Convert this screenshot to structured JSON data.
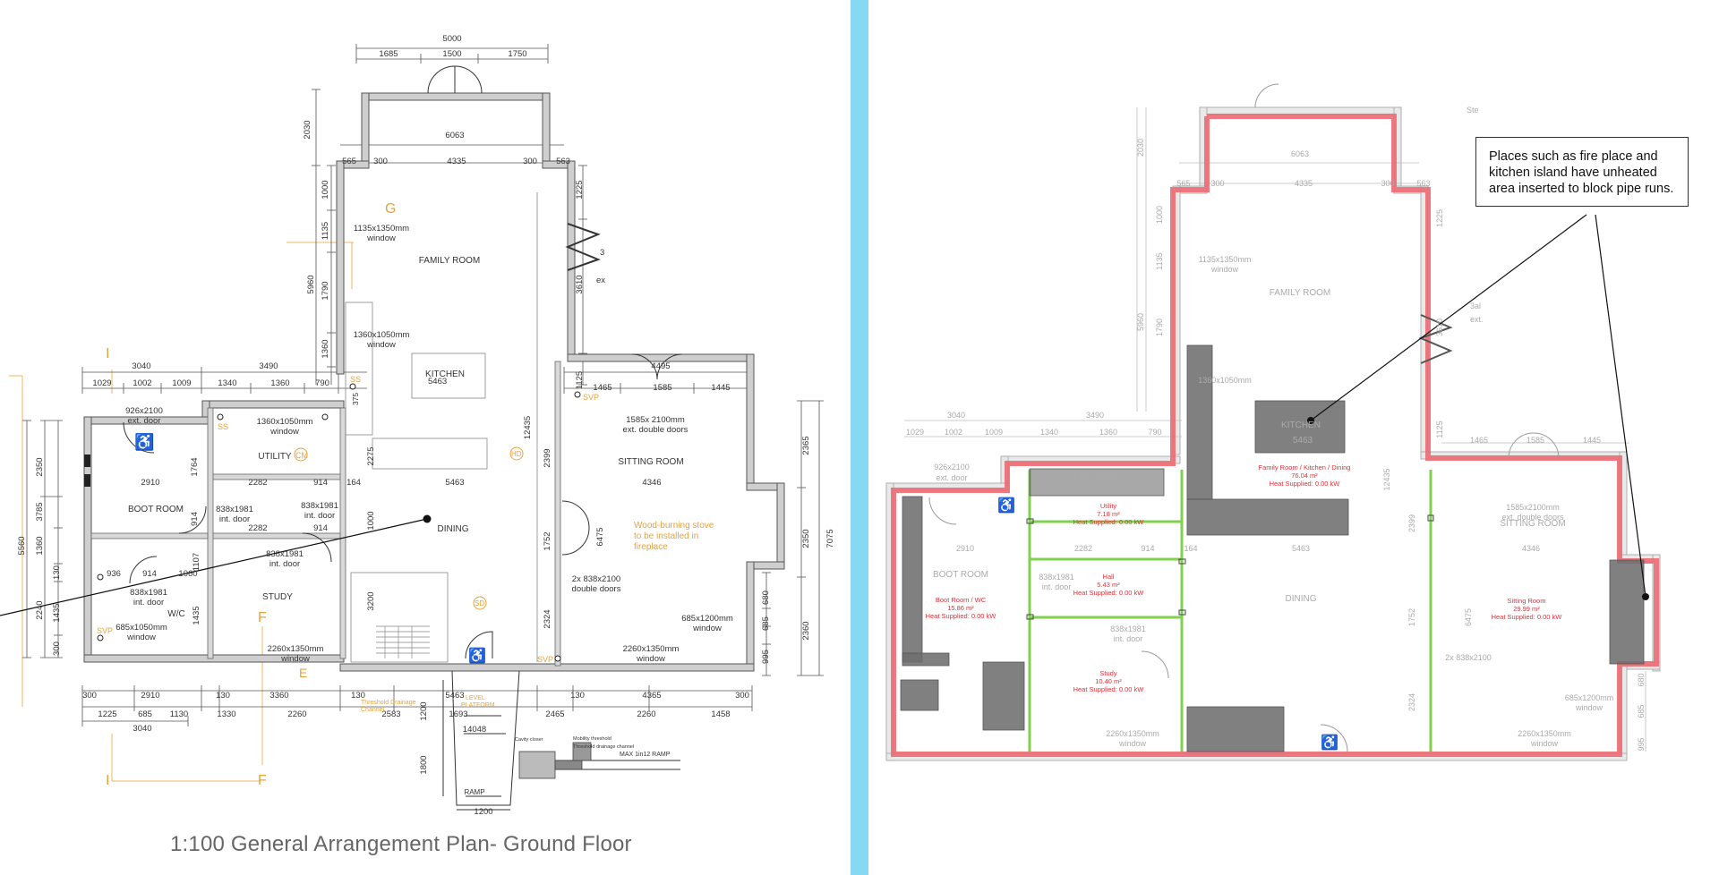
{
  "colors": {
    "divider": "#87d8f1",
    "wall_dark": "#555555",
    "wall_fill": "#cfcfcf",
    "orange": "#e8a23a",
    "heated_outline": "#ec6a72",
    "heated_fill": "#f3a9ad",
    "zone_line": "#7fd14e",
    "unheated_block": "#6e6e6e",
    "red_label": "#e0313a"
  },
  "left_plan": {
    "title": "1:100 General Arrangement Plan- Ground Floor",
    "rooms": {
      "family_room": "FAMILY ROOM",
      "kitchen": "KITCHEN",
      "utility": "UTILITY",
      "boot_room": "BOOT ROOM",
      "wc": "W/C",
      "study": "STUDY",
      "dining": "DINING",
      "sitting_room": "SITTING ROOM",
      "ramp": "RAMP"
    },
    "labels": {
      "window_1135": "1135x1350mm",
      "window_word": "window",
      "window_1360_a": "1360x1050mm",
      "window_1360_b": "1360x1050mm",
      "door_926": "926x2100",
      "ext_door": "ext. door",
      "door_1585": "1585x 2100mm",
      "ext_double_doors": "ext. double doors",
      "door_838_a": "838x1981",
      "door_838_b": "838x1981",
      "door_838_c": "838x1981",
      "door_838_d": "838x1981",
      "int_door": "int. door",
      "window_685_a": "685x1050mm",
      "window_2260_a": "2260x1350mm",
      "window_2260_b": "2260x1350mm",
      "window_685_b": "685x1200mm",
      "double_doors_2x838": "2x 838x2100",
      "double_doors": "double doors",
      "stove_1": "Wood-burning stove",
      "stove_2": "to be installed in",
      "stove_3": "fireplace",
      "svp": "SVP",
      "ss": "SS",
      "cm": "CM",
      "hd": "HD",
      "sd": "SD",
      "grid_g": "G",
      "grid_f": "F",
      "grid_i": "I",
      "grid_e": "E",
      "threshold_1": "Threshold Drainage",
      "threshold_2": "Channel",
      "level_1": "LEVEL",
      "level_2": "PLATFORM",
      "cavity_closer": "Cavity closer",
      "mobility_threshold": "Mobility threshold",
      "threshold_drainage_channel": "Threshold drainage channel",
      "max_ramp": "MAX 1in12 RAMP",
      "ext_3": "3",
      "ext_ex": "ex"
    },
    "dims": {
      "d5000": "5000",
      "d1685": "1685",
      "d1500": "1500",
      "d1750": "1750",
      "d2030": "2030",
      "d6063": "6063",
      "d565": "565",
      "d300a": "300",
      "d4335": "4335",
      "d300b": "300",
      "d563": "563",
      "d1000": "1000",
      "d1135": "1135",
      "d1225": "1225",
      "d5960": "5960",
      "d1790": "1790",
      "d3610": "3610",
      "d1360": "1360",
      "d3040": "3040",
      "d3490": "3490",
      "d4495": "4495",
      "d1029": "1029",
      "d1002": "1002",
      "d1009": "1009",
      "d1340": "1340",
      "d1360b": "1360",
      "d790": "790",
      "d1125": "1125",
      "d1465": "1465",
      "d1585": "1585",
      "d1445": "1445",
      "d2350": "2350",
      "d2910": "2910",
      "d2282": "2282",
      "d914": "914",
      "d164": "164",
      "d5463": "5463",
      "d4346": "4346",
      "d1764": "1764",
      "d2275": "2275",
      "d12435": "12435",
      "d2399": "2399",
      "d2365": "2365",
      "d3785": "3785",
      "d5560": "5560",
      "d2282b": "2282",
      "d914b": "914",
      "d936": "936",
      "d914c": "914",
      "d1060": "1060",
      "d1107": "1107",
      "d1752": "1752",
      "d6475": "6475",
      "d2350b": "2350",
      "d7075": "7075",
      "d3200": "3200",
      "d1435": "1435",
      "d130": "130",
      "d2240": "2240",
      "d2324": "2324",
      "d680": "680",
      "d685": "685",
      "d2360": "2360",
      "d995": "995",
      "d300c": "300",
      "d5463b": "5463",
      "b300": "300",
      "b2910": "2910",
      "b130": "130",
      "b3360": "3360",
      "b130b": "130",
      "b130c": "130",
      "b4365": "4365",
      "b300b": "300",
      "b1225": "1225",
      "b685": "685",
      "b1130": "1130",
      "b1330": "1330",
      "b2260": "2260",
      "b2583": "2583",
      "b1693": "1693",
      "b2465": "2465",
      "b2260b": "2260",
      "b1458": "1458",
      "b3040": "3040",
      "b14048": "14048",
      "b1200": "1200",
      "b1800": "1800",
      "b1200b": "1200",
      "b375": "375"
    }
  },
  "right_plan": {
    "callout": "Places such as fire place and kitchen island have unheated area inserted to block pipe runs.",
    "zones": {
      "family_1": "Family Room / Kitchen / Dining",
      "family_2": "76.04 m²",
      "family_3": "Heat Supplied: 0.00 kW",
      "utility_1": "Utility",
      "utility_2": "7.18 m²",
      "utility_3": "Heat Supplied: 0.00 kW",
      "hall_1": "Hall",
      "hall_2": "5.43 m²",
      "hall_3": "Heat Supplied: 0.00 kW",
      "boot_1": "Boot Room / WC",
      "boot_2": "15.86 m²",
      "boot_3": "Heat Supplied: 0.00 kW",
      "study_1": "Study",
      "study_2": "10.40 m²",
      "study_3": "Heat Supplied: 0.00 kW",
      "sitting_1": "Sitting Room",
      "sitting_2": "29.99 m²",
      "sitting_3": "Heat Supplied: 0.00 kW"
    },
    "faded": {
      "family_room": "FAMILY ROOM",
      "kitchen": "KITCHEN",
      "dining": "DINING",
      "sitting_room": "SITTING ROOM",
      "boot_room": "BOOT ROOM",
      "window_a": "1135x1350mm",
      "window_b": "window",
      "window_c": "1360x1050mm",
      "window_d": "1360x1050mm",
      "door_a": "1585x2100mm",
      "door_b": "ext. double doors",
      "door_c": "926x2100",
      "door_d": "ext. door",
      "door_e": "838x1981",
      "door_f": "int. door",
      "win_e": "2260x1350mm",
      "win_f": "685x1200mm",
      "dbl_a": "2x 838x2100",
      "ext_a": "3al",
      "ext_b": "ext.",
      "ste": "Ste",
      "d3040": "3040",
      "d3490": "3490",
      "d1029": "1029",
      "d1002": "1002",
      "d1009": "1009",
      "d1340": "1340",
      "d1360": "1360",
      "d790": "790",
      "d565": "565",
      "d300": "300",
      "d4335": "4335",
      "d300b": "300",
      "d563": "563",
      "d6063": "6063",
      "d2030": "2030",
      "d1000": "1000",
      "d1135": "1135",
      "d5960": "5960",
      "d1790": "1790",
      "d1225": "1225",
      "d3610": "3610",
      "d1125": "1125",
      "d1465": "1465",
      "d1585": "1585",
      "d1445": "1445",
      "d2910": "2910",
      "d2282": "2282",
      "d914": "914",
      "d164": "164",
      "d5463": "5463",
      "d4346": "4346",
      "d5463b": "5463",
      "d12435": "12435",
      "d2399": "2399",
      "d1752": "1752",
      "d6475": "6475",
      "d2324": "2324",
      "d680": "680",
      "d685": "685",
      "d995": "995"
    }
  }
}
